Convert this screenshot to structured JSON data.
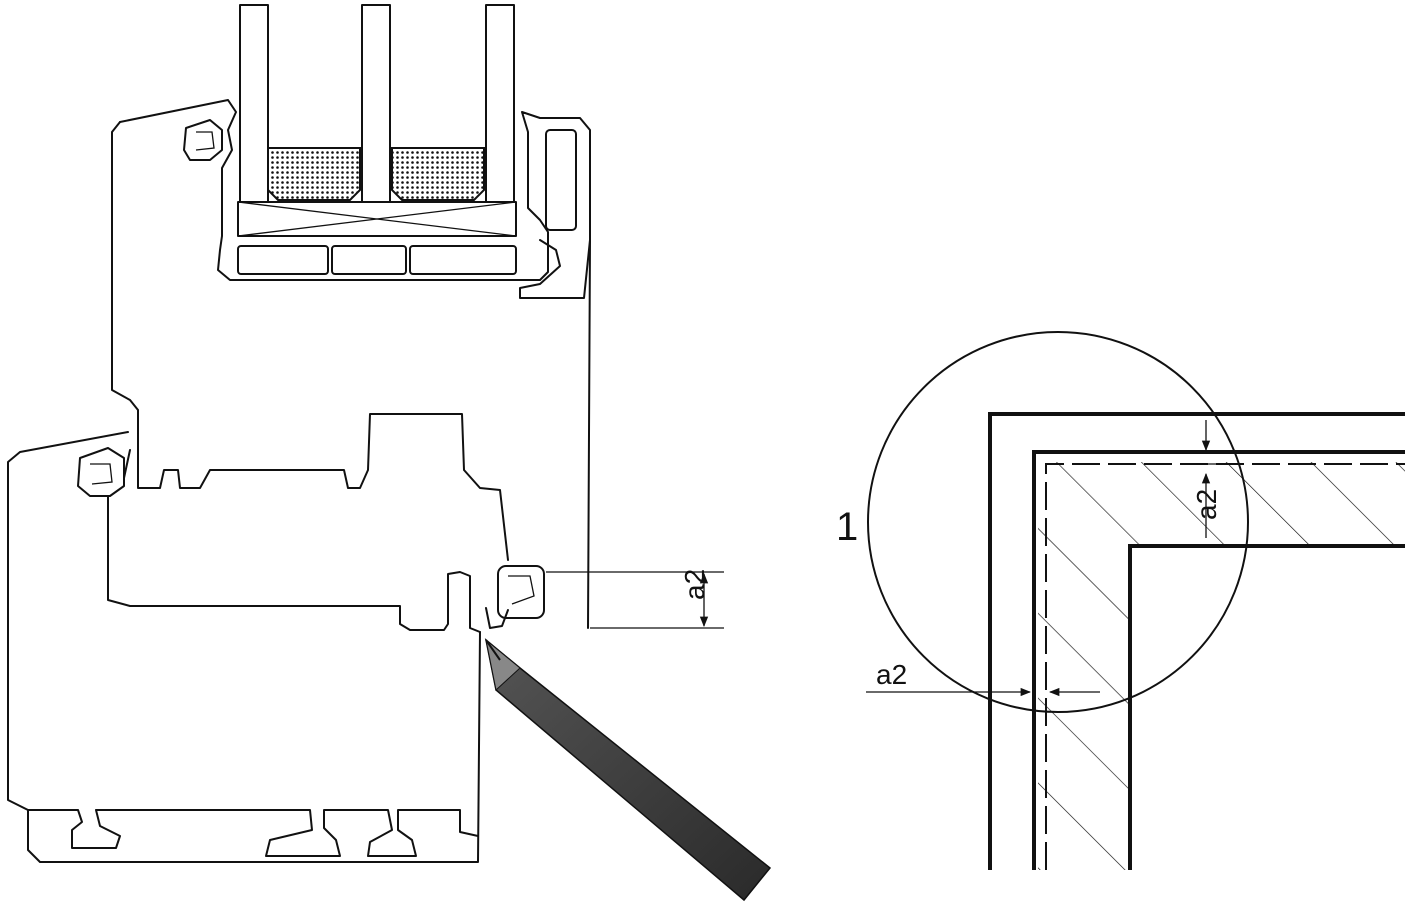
{
  "left_figure": {
    "dimension_label": "a2"
  },
  "right_figure": {
    "callout_number": "1",
    "dimension_label_vertical": "a2",
    "dimension_label_horizontal": "a2"
  },
  "colors": {
    "line": "#111111",
    "background": "#ffffff",
    "pencil": "#3a3a3a"
  }
}
